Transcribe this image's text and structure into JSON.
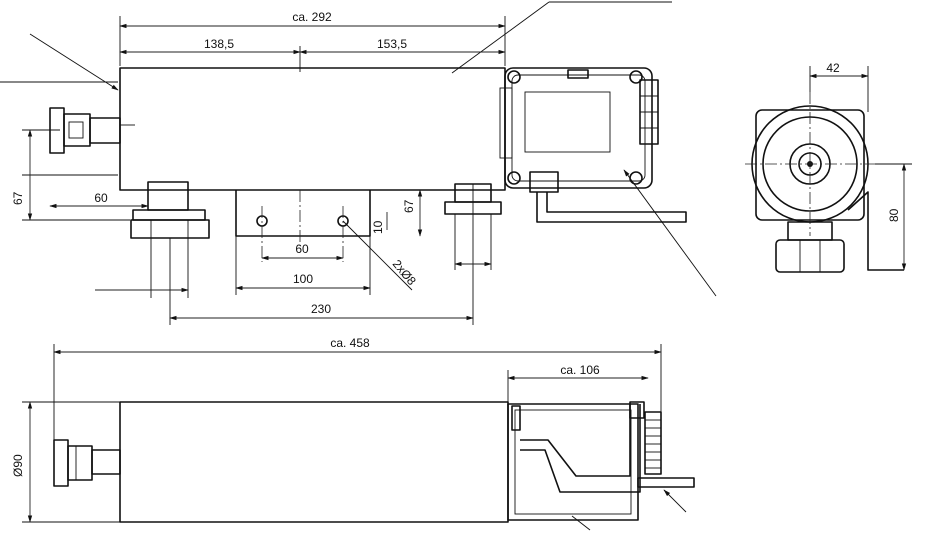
{
  "drawing": {
    "dimensions": {
      "overall_top": "ca. 292",
      "left_segment": "138,5",
      "right_segment": "153,5",
      "height_left": "67",
      "foot_offset_left": "60",
      "height_right": "67",
      "hole_spacing": "60",
      "foot_length": "100",
      "mount_distance": "230",
      "hole_vertical": "10",
      "holes": "2xØ8",
      "side_width": "42",
      "side_height": "80",
      "overall_length": "ca. 458",
      "box_length": "ca. 106",
      "diameter": "Ø90"
    }
  },
  "colors": {
    "line": "#111111",
    "background": "#ffffff"
  }
}
